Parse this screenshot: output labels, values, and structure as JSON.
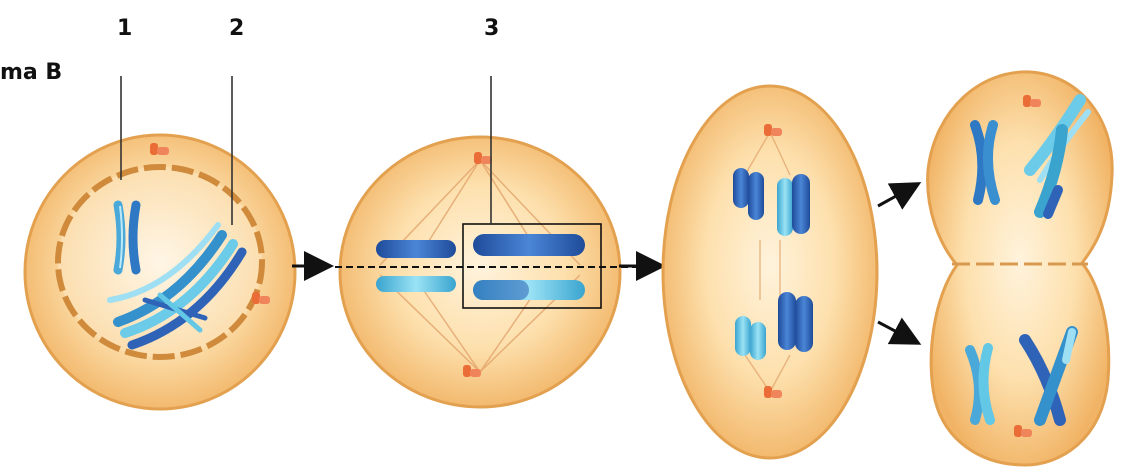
{
  "scheme_label": "ma B",
  "pointer_labels": [
    "1",
    "2",
    "3"
  ],
  "colors": {
    "cytoplasm": "#f8c77c",
    "cytoplasm_light": "#fde8c4",
    "membrane": "#e9a85c",
    "nucleus_envelope": "#d89a4e",
    "chromosome_dark": "#2f63b7",
    "chromosome_light": "#63c7e6",
    "centrosome": "#ea6d38",
    "arrow": "#111111",
    "pointer_line": "#333333"
  }
}
